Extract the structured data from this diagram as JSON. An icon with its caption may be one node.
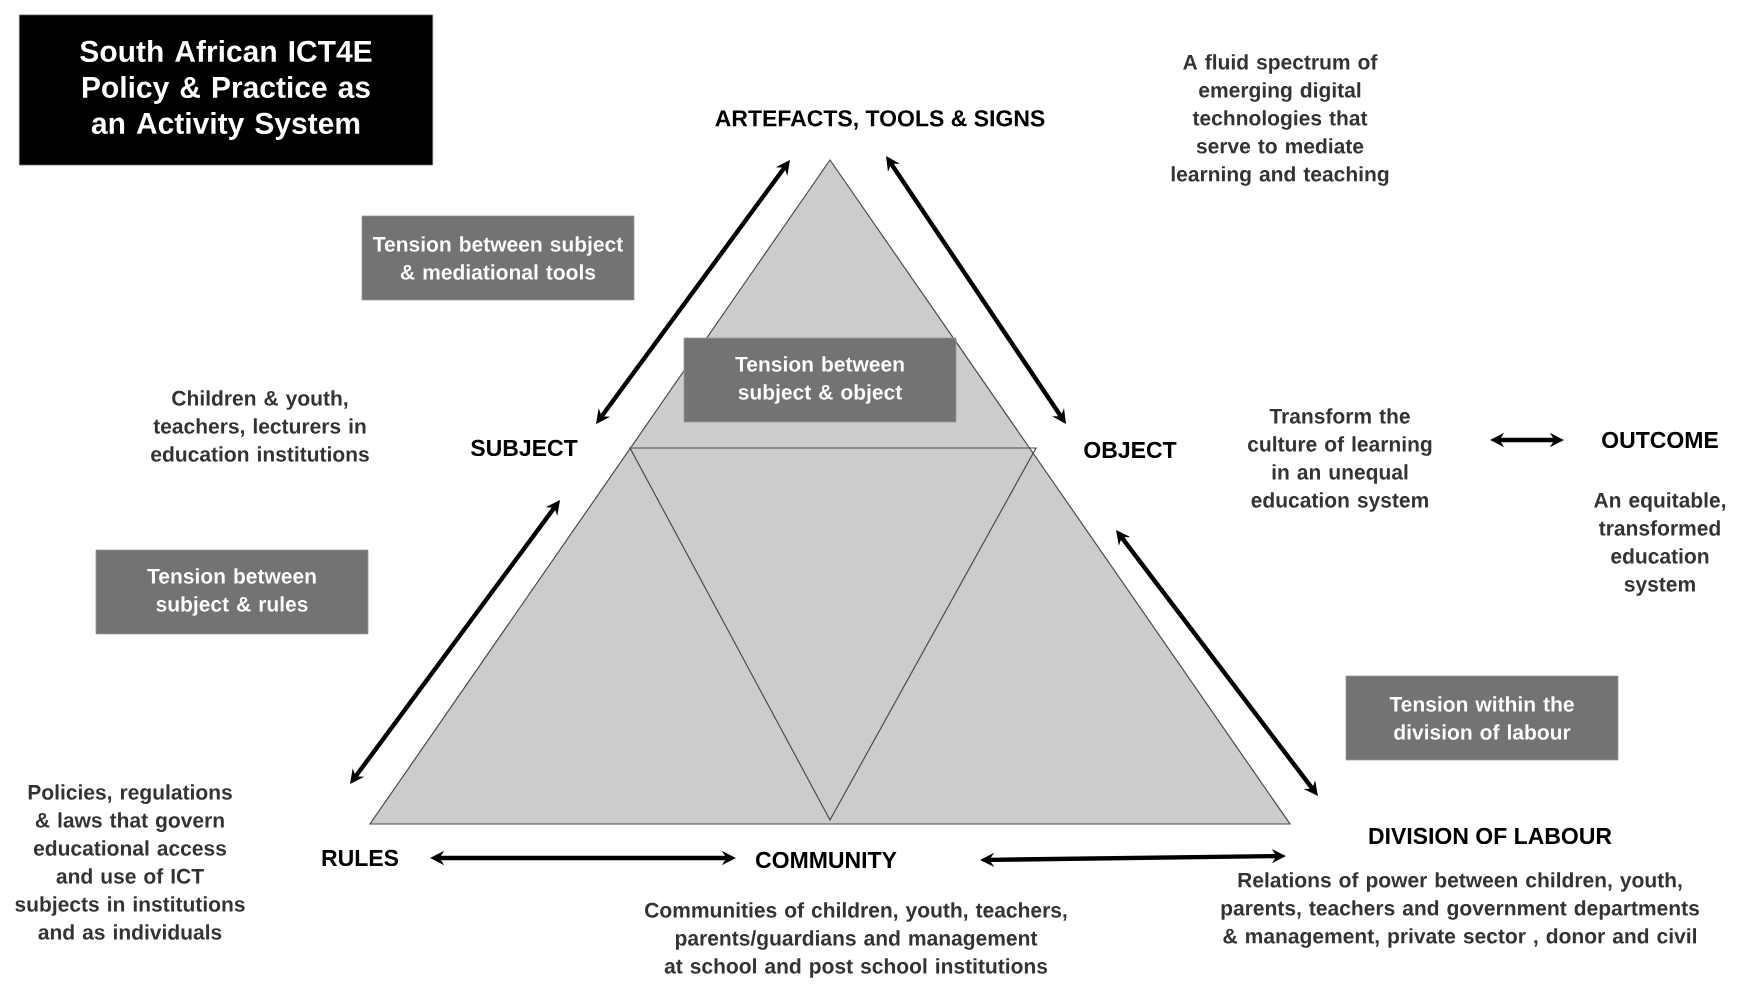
{
  "diagram": {
    "title": "South African ICT4E Policy & Practice as an Activity System",
    "nodes": [
      {
        "text": [
          "ARTEFACTS, TOOLS & SIGNS"
        ]
      },
      {
        "text": [
          "SUBJECT"
        ]
      },
      {
        "text": [
          "OBJECT"
        ]
      },
      {
        "text": [
          "Transform the culture of learning in an unequal education system"
        ]
      },
      {
        "text": [
          "OUTCOME"
        ],
        "beside": [
          "An equitable, transformed education system"
        ]
      },
      {
        "text": [
          "RULES"
        ],
        "beside": [
          "Policies, regulations & laws that govern educational access and use of ICT subjects in institutions and as individuals"
        ]
      },
      {
        "text": [
          "COMMUNITY"
        ],
        "beside": [
          "Communities of children, youth, teachers, parents/guardians and management at school and post school institutions"
        ]
      },
      {
        "text": [
          "DIVISION OF LABOUR"
        ],
        "beside": [
          "Relations of power between children, youth, parents, teachers and government departments & management, private sector , donor and civil"
        ]
      },
      {
        "text": [
          "Tension between subject & mediational tools"
        ]
      },
      {
        "text": [
          "Tension between subject & object"
        ]
      },
      {
        "text": [
          "Tension between subject & rules"
        ]
      },
      {
        "text": [
          "Tension within the division of labour"
        ]
      }
    ],
    "edges": [
      {
        "from": 1,
        "to": 0,
        "arrow": "both"
      },
      {
        "from": 0,
        "to": 2,
        "arrow": "both"
      },
      {
        "from": 1,
        "to": 5,
        "arrow": "both"
      },
      {
        "from": 2,
        "to": 7,
        "arrow": "both"
      },
      {
        "from": 3,
        "to": 4,
        "arrow": "both"
      },
      {
        "from": 5,
        "to": 6,
        "arrow": "both"
      },
      {
        "from": 6,
        "to": 7,
        "arrow": "both"
      }
    ],
    "labels": [
      "A fluid spectrum of emerging digital technologies that serve to mediate learning and teaching",
      "Children & youth, teachers, lecturers in education institutions"
    ]
  }
}
